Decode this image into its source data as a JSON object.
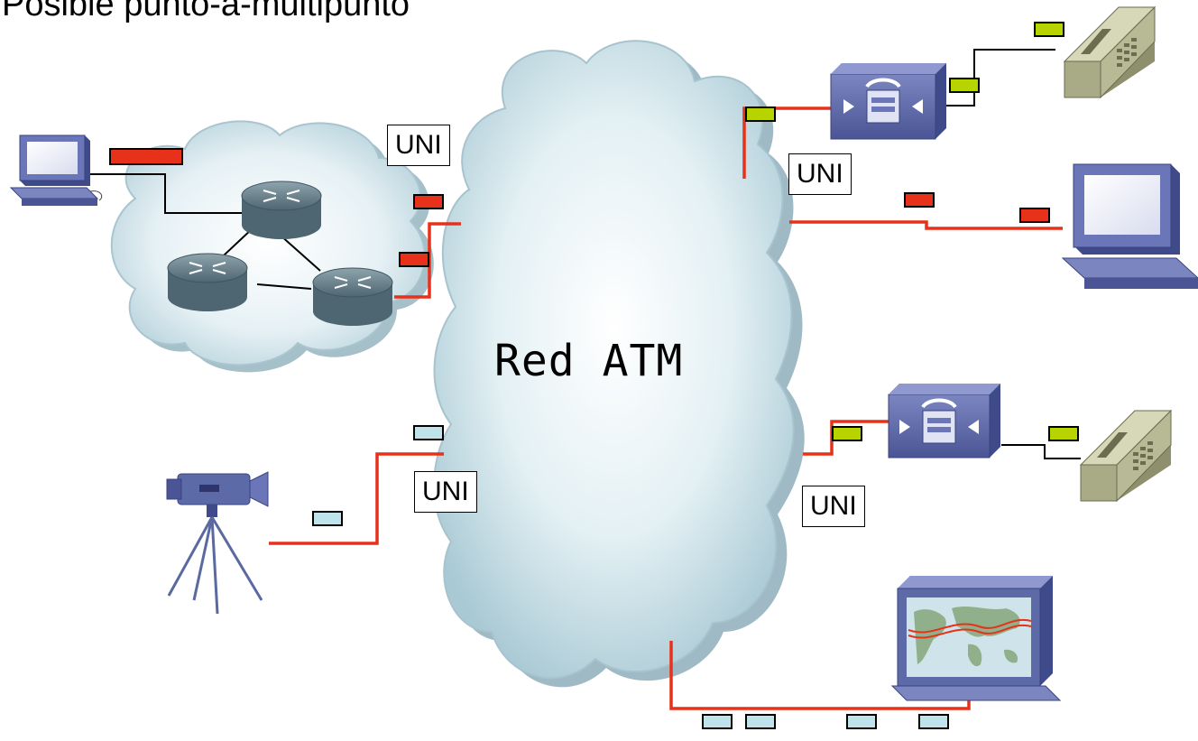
{
  "title": "Posible punto-a-multipunto",
  "network": {
    "label": "Red ATM"
  },
  "interfaces": {
    "uni_1": "UNI",
    "uni_2": "UNI",
    "uni_3": "UNI",
    "uni_4": "UNI"
  },
  "colors": {
    "link": "#e8311a",
    "cell_data": "#e8311a",
    "cell_voice": "#b8d400",
    "cell_video": "#bfe3ea",
    "cloud": "#cfe6ee",
    "router": "#5a7380",
    "pbx": "#5d6aa8",
    "phone": "#c6c7a3",
    "computer": "#5763a3"
  },
  "devices": {
    "router_network": "router-cloud-icon",
    "computer_left": "computer-icon",
    "computer_right": "computer-icon",
    "pbx_top": "pbx-icon",
    "pbx_bottom": "pbx-icon",
    "phone_top": "telephone-icon",
    "phone_bottom": "telephone-icon",
    "video_camera": "video-camera-icon",
    "map_display": "world-map-monitor-icon"
  }
}
